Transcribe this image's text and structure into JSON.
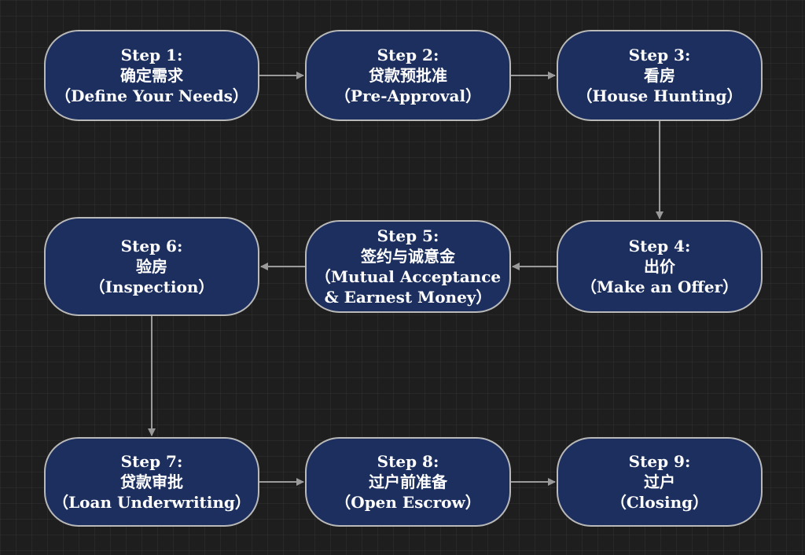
{
  "diagram": {
    "steps": [
      {
        "id": "step-1",
        "label": "Step 1:",
        "cn": "确定需求",
        "en": "（Define Your Needs）"
      },
      {
        "id": "step-2",
        "label": "Step 2:",
        "cn": "贷款预批准",
        "en": "（Pre-Approval）"
      },
      {
        "id": "step-3",
        "label": "Step 3:",
        "cn": "看房",
        "en": "（House Hunting）"
      },
      {
        "id": "step-4",
        "label": "Step 4:",
        "cn": "出价",
        "en": "（Make an Offer）"
      },
      {
        "id": "step-5",
        "label": "Step 5:",
        "cn": "签约与诚意金",
        "en": "（Mutual Acceptance",
        "en2": "& Earnest Money）"
      },
      {
        "id": "step-6",
        "label": "Step 6:",
        "cn": "验房",
        "en": "（Inspection）"
      },
      {
        "id": "step-7",
        "label": "Step 7:",
        "cn": "贷款审批",
        "en": "（Loan Underwriting）"
      },
      {
        "id": "step-8",
        "label": "Step 8:",
        "cn": "过户前准备",
        "en": "（Open Escrow）"
      },
      {
        "id": "step-9",
        "label": "Step 9:",
        "cn": "过户",
        "en": "（Closing）"
      }
    ],
    "edges": [
      [
        "step-1",
        "step-2"
      ],
      [
        "step-2",
        "step-3"
      ],
      [
        "step-3",
        "step-4"
      ],
      [
        "step-4",
        "step-5"
      ],
      [
        "step-5",
        "step-6"
      ],
      [
        "step-6",
        "step-7"
      ],
      [
        "step-7",
        "step-8"
      ],
      [
        "step-8",
        "step-9"
      ]
    ],
    "colors": {
      "node_fill": "#1c2f5e",
      "node_border": "#b9b9b9",
      "arrow": "#9a9a9a",
      "text": "#ffffff",
      "background": "#1e1e1e"
    }
  }
}
